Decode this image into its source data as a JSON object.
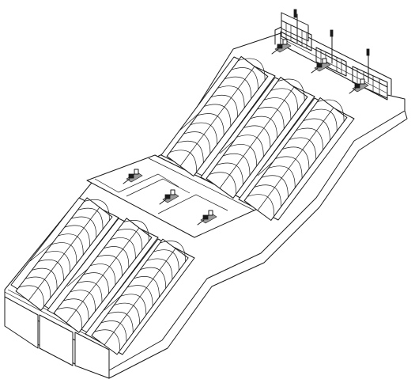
{
  "diagram": {
    "levels": 2,
    "screws_per_level": 3,
    "screw_flights_per_screw": 10,
    "colors": {
      "line": "#1a1a1a",
      "background": "#ffffff",
      "motor_fill": "#9a9a9a"
    },
    "icon": "archimedes-screw-pump-station"
  }
}
